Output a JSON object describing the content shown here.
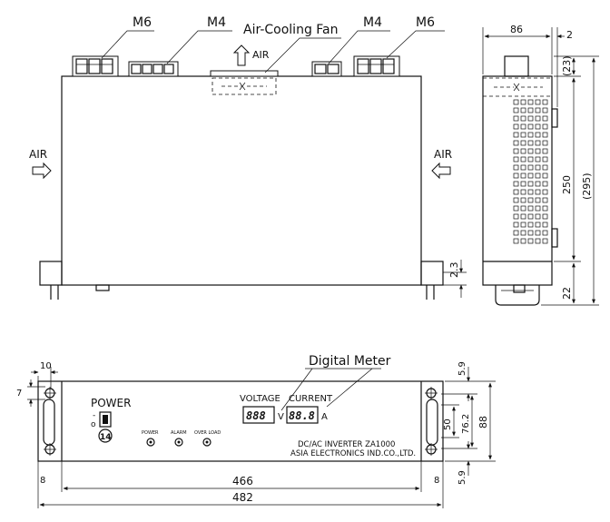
{
  "top_view": {
    "label_m6_left": "M6",
    "label_m4_left": "M4",
    "label_fan": "Air-Cooling Fan",
    "label_m4_right": "M4",
    "label_m6_right": "M6",
    "label_air_top": "AIR",
    "label_air_left": "AIR",
    "label_air_right": "AIR",
    "dim_2_3": "2.3"
  },
  "side_view": {
    "dim_86": "86",
    "dim_2": "2",
    "dim_23": "(23)",
    "dim_250": "250",
    "dim_295": "(295)",
    "dim_22": "22"
  },
  "front_view": {
    "label_digital_meter": "Digital Meter",
    "label_voltage": "VOLTAGE",
    "label_current": "CURRENT",
    "unit_v": "V",
    "unit_a": "A",
    "label_power": "POWER",
    "switch_off_mark": "o",
    "switch_on_mark": "-",
    "knob_number": "14",
    "led_power": "POWER",
    "led_alarm": "ALARM",
    "led_overload": "OVER LOAD",
    "model_line": "DC/AC  INVERTER  ZA1000",
    "maker_line": "ASIA ELECTRONICS IND.CO.,LTD.",
    "dim_10": "10",
    "dim_7": "7",
    "dim_8_left": "8",
    "dim_8_right": "8",
    "dim_466": "466",
    "dim_482": "482",
    "dim_5_9_top": "5.9",
    "dim_5_9_bottom": "5.9",
    "dim_50": "50",
    "dim_76_2": "76.2",
    "dim_88": "88"
  }
}
